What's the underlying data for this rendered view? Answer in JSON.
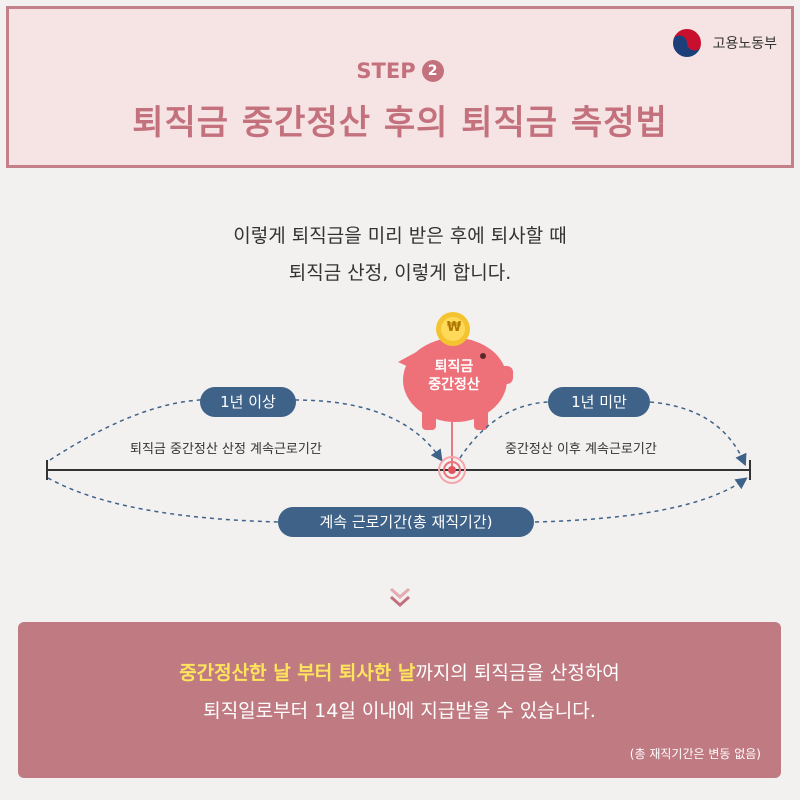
{
  "header": {
    "logo_text": "고용노동부",
    "step_label": "STEP",
    "step_number": "2",
    "title": "퇴직금 중간정산 후의 퇴직금 측정법"
  },
  "intro": {
    "line1": "이렇게 퇴직금을 미리 받은 후에 퇴사할 때",
    "line2": "퇴직금 산정, 이렇게 합니다."
  },
  "diagram": {
    "piggy_line1": "퇴직금",
    "piggy_line2": "중간정산",
    "coin_symbol": "₩",
    "left_pill": "1년 이상",
    "left_text": "퇴직금 중간정산 산정 계속근로기간",
    "right_pill": "1년 미만",
    "right_text": "중간정산 이후 계속근로기간",
    "bottom_pill": "계속 근로기간(총 재직기간)"
  },
  "result": {
    "hl1": "중간정산한 날 부터 퇴사한 날",
    "rest1": "까지의 퇴직금을 산정하여",
    "line2": "퇴직일로부터 14일 이내에 지급받을 수 있습니다.",
    "note": "(총 재직기간은 변동 없음)"
  },
  "colors": {
    "accent": "#c4717e",
    "navy": "#3f6289",
    "piggy": "#ee7079",
    "result_bg": "#bf7a82",
    "highlight": "#ffe45c"
  }
}
